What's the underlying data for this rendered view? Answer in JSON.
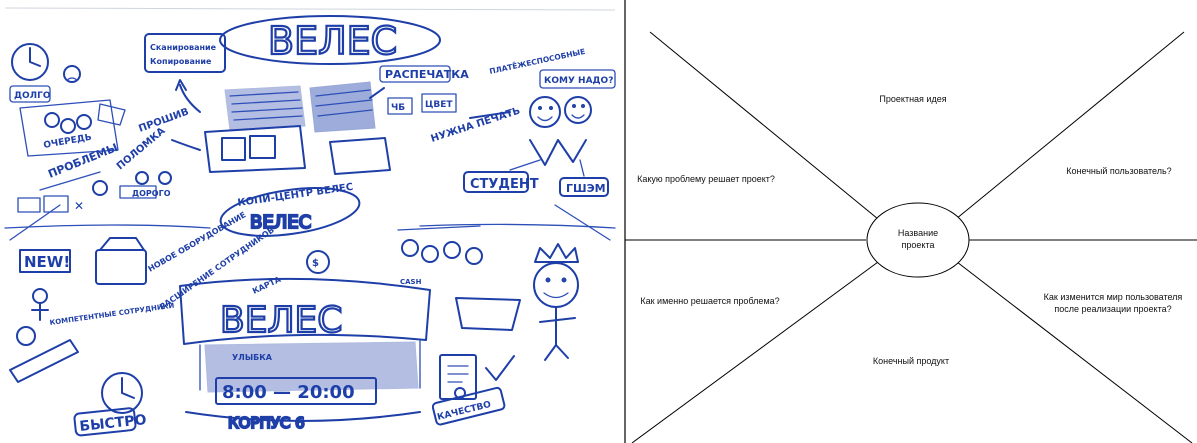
{
  "sketch": {
    "title_top": "ВЕЛЕС",
    "scan_label": "Сканирование",
    "copy_label": "Копирование",
    "print_label": "РАСПЕЧАТКА",
    "bw_label": "ЧБ",
    "color_label": "ЦВЕТ",
    "firmware_label": "ПРОШИВ",
    "who_needs_label": "КОМУ НАДО?",
    "solvency_label": "ПЛАТЁЖЕСПОСОБНЫЕ",
    "need_print_label": "НУЖНА ПЕЧАТЬ",
    "student_label": "СТУДЕНТ",
    "gshem_label": "ГШЭМ",
    "problems_label": "ПРОБЛЕМЫ",
    "queues_label": "ОЧЕРЕДЬ",
    "breakdown_label": "ПОЛОМКА",
    "slow_label": "ДОЛГО",
    "expensive_label": "ДОРОГО",
    "center_label": "КОПИ-ЦЕНТР ВЕЛЕС",
    "new_label": "NEW!",
    "new_equipment_label": "НОВОЕ ОБОРУДОВАНИЕ",
    "expand_staff_label": "РАСШИРЕНИЕ СОТРУДНИКОВ",
    "hours_label": "8:00 — 20:00",
    "building_label": "КОРПУС 6",
    "fast_label": "БЫСТРО",
    "quality_label": "КАЧЕСТВО",
    "cash_label": "CASH",
    "card_label": "КАРТА",
    "staff_competence_label": "КОМПЕТЕНТНЫЕ СОТРУДНИКИ",
    "smile_label": "УЛЫБКА",
    "shop_title": "ВЕЛЕС"
  },
  "diagram": {
    "center_title": "Название\nпроекта",
    "center_line1": "Название",
    "center_line2": "проекта",
    "top": "Проектная идея",
    "left_upper": "Какую проблему решает проект?",
    "right_upper": "Конечный пользователь?",
    "left_lower": "Как именно решается проблема?",
    "right_lower_line1": "Как изменится мир пользователя",
    "right_lower_line2": "после реализации проекта?",
    "bottom": "Конечный продукт"
  },
  "colors": {
    "ink": "#1f3fa8",
    "line": "#000000",
    "background": "#ffffff"
  }
}
